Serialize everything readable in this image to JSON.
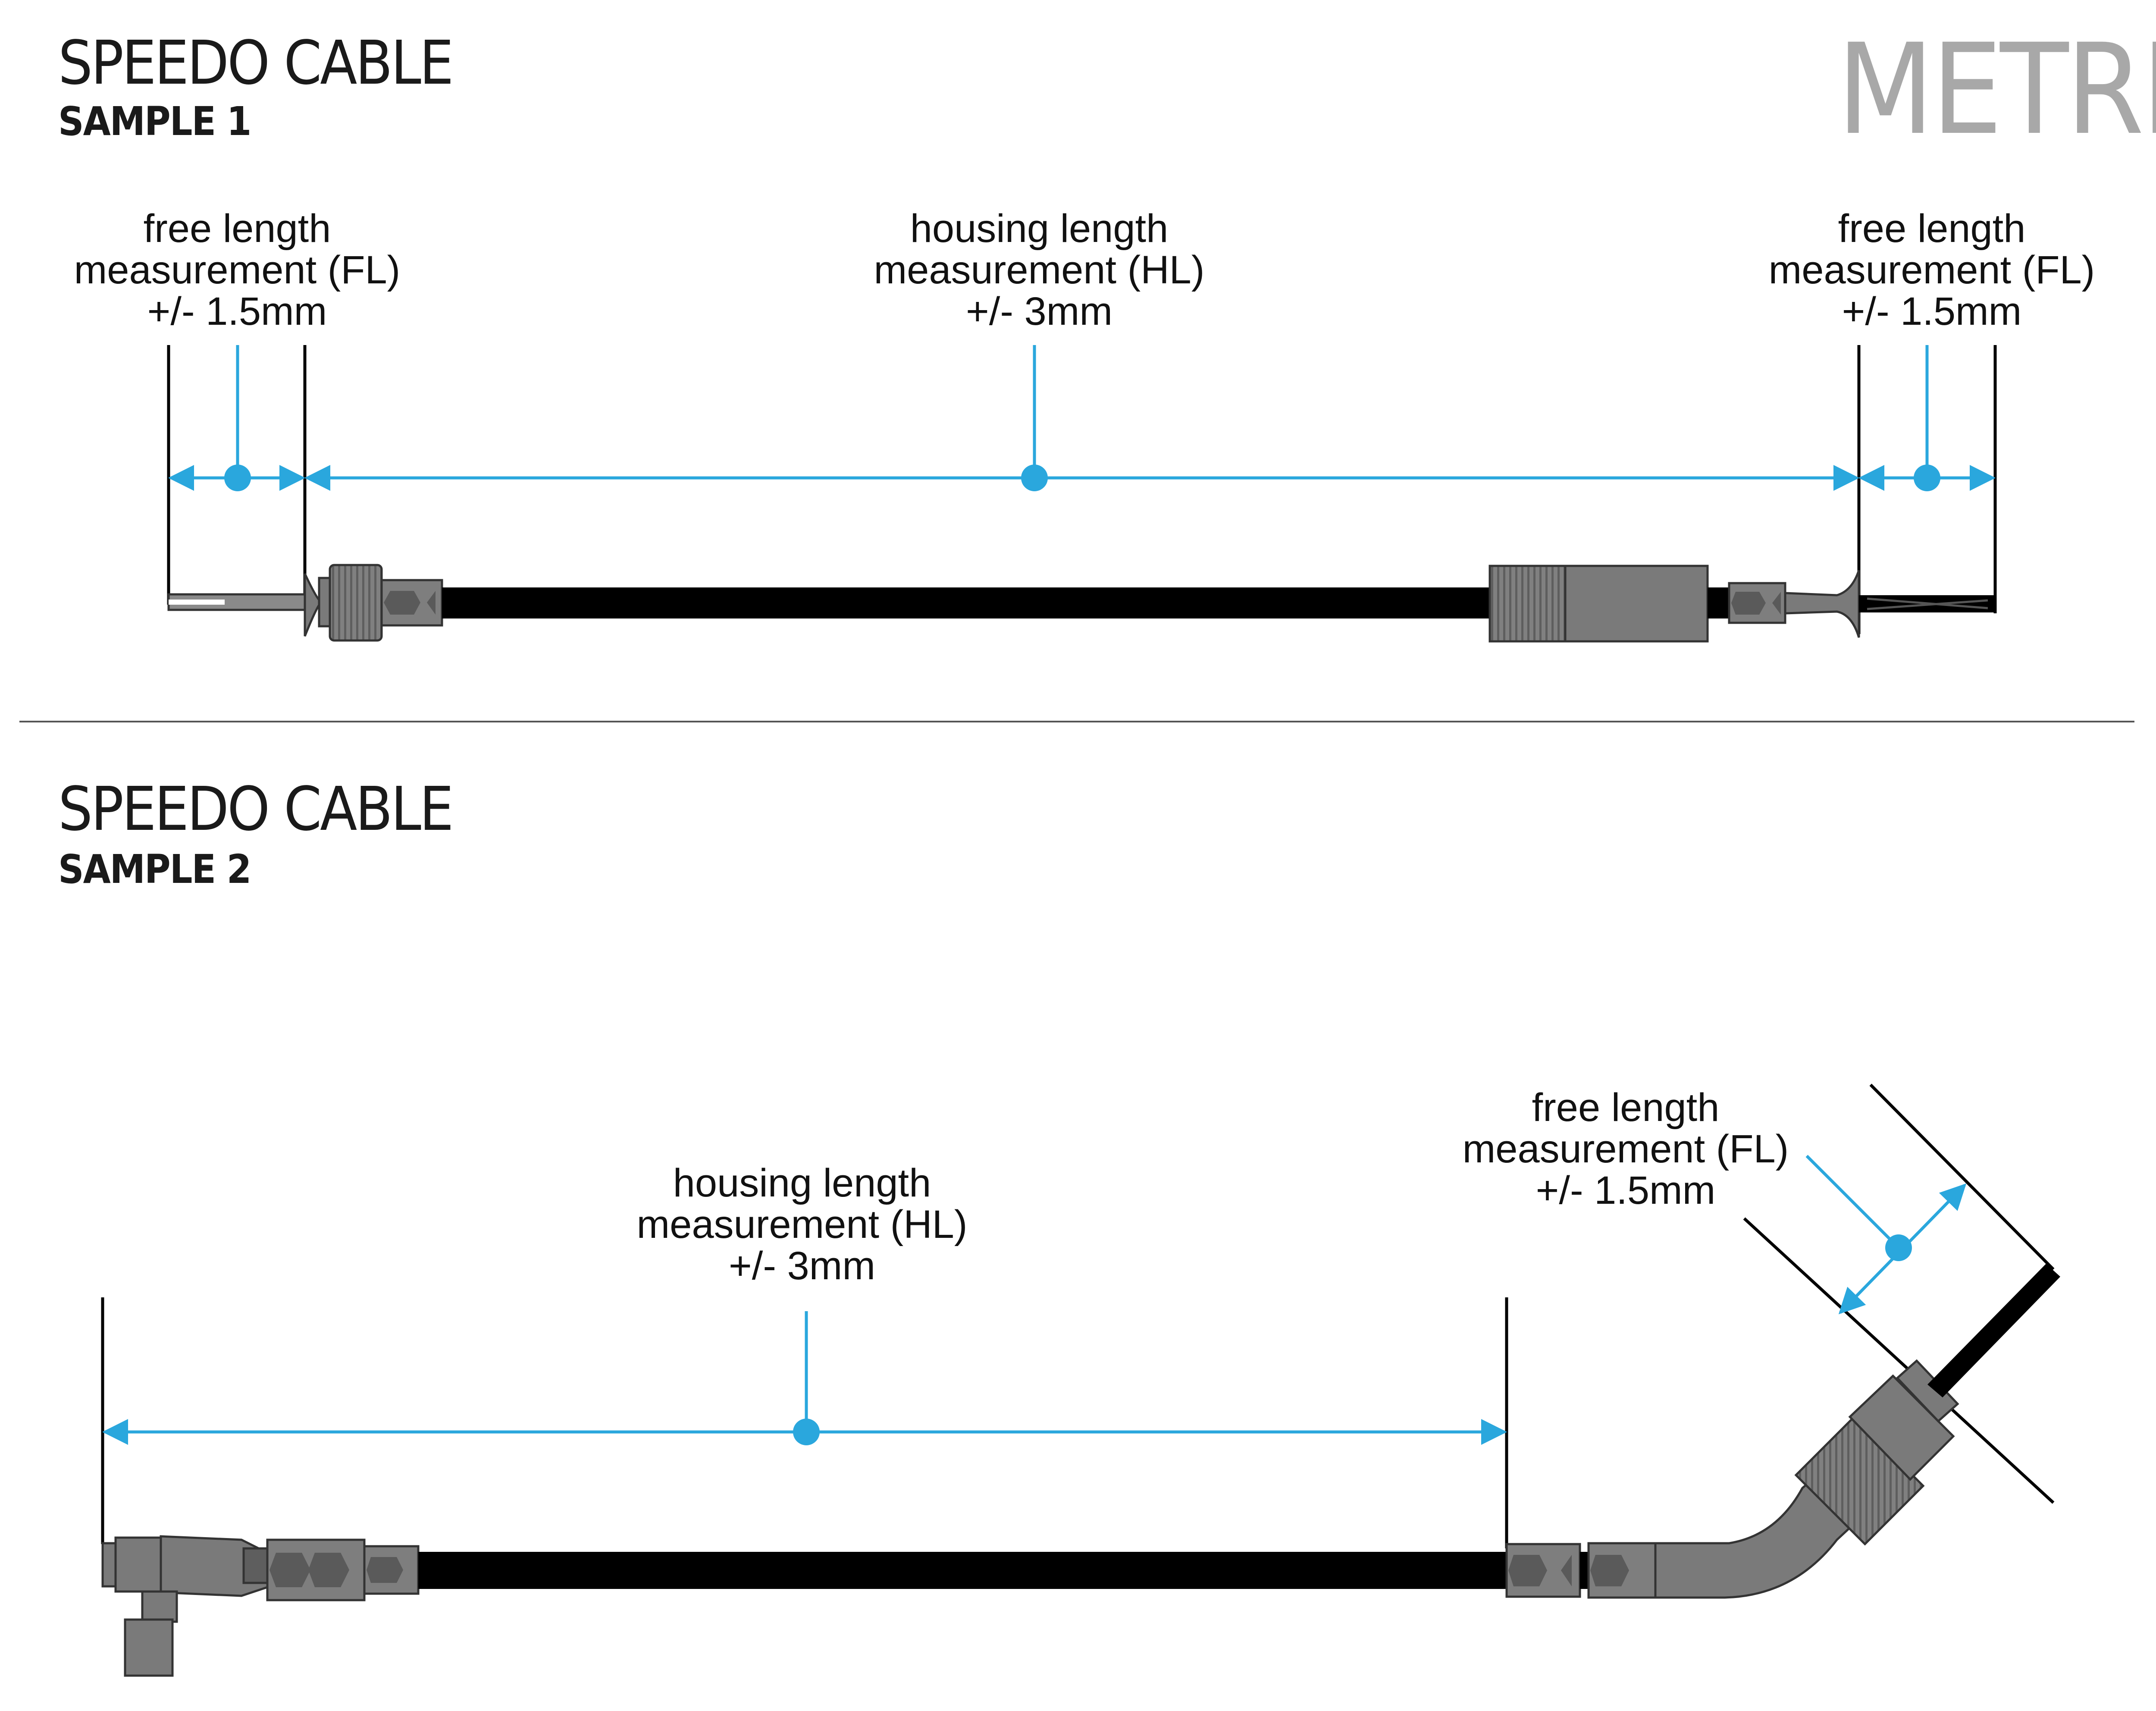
{
  "page": {
    "corner_label": "METRIC"
  },
  "colors": {
    "dimension": "#2aa7dd",
    "housing": "#000000",
    "fitting": "#7a7a7a",
    "text": "#111111",
    "corner": "#a8a8a8"
  },
  "samples": [
    {
      "title": "SPEEDO CABLE",
      "subtitle": "SAMPLE 1",
      "labels": {
        "fl_left": {
          "line1": "free length",
          "line2": "measurement (FL)",
          "line3": "+/- 1.5mm"
        },
        "hl": {
          "line1": "housing length",
          "line2": "measurement (HL)",
          "line3": "+/- 3mm"
        },
        "fl_right": {
          "line1": "free length",
          "line2": "measurement (FL)",
          "line3": "+/- 1.5mm"
        }
      }
    },
    {
      "title": "SPEEDO CABLE",
      "subtitle": "SAMPLE 2",
      "labels": {
        "hl": {
          "line1": "housing length",
          "line2": "measurement (HL)",
          "line3": "+/- 3mm"
        },
        "fl": {
          "line1": "free length",
          "line2": "measurement (FL)",
          "line3": "+/- 1.5mm"
        }
      }
    }
  ]
}
